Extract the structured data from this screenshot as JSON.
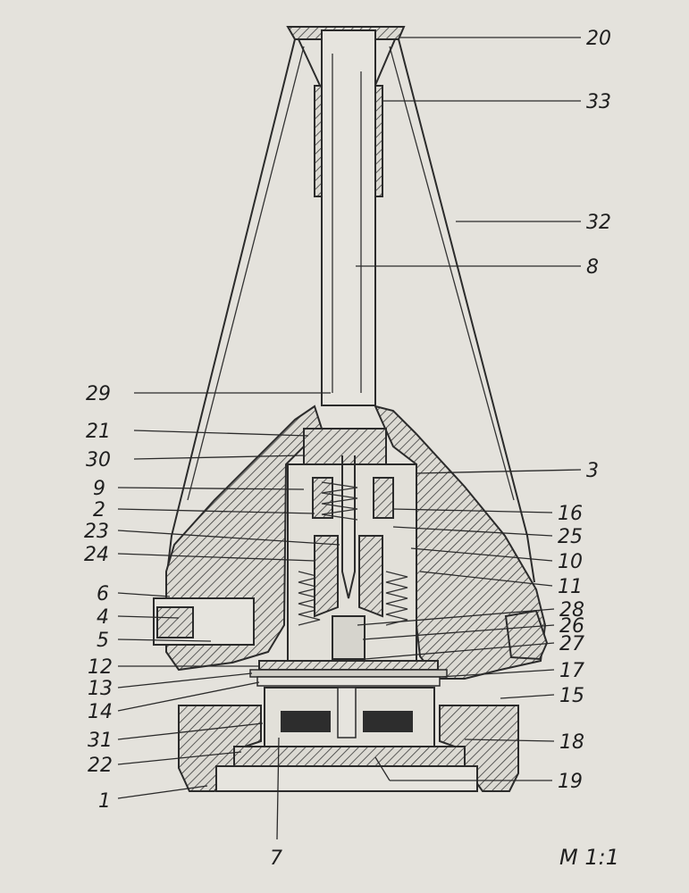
{
  "scale_note": "M 1:1",
  "labels_right": {
    "l20": "20",
    "l33": "33",
    "l32": "32",
    "l8": "8",
    "l3": "3",
    "l16": "16",
    "l25": "25",
    "l10": "10",
    "l11": "11",
    "l28": "28",
    "l26": "26",
    "l27": "27",
    "l17": "17",
    "l15": "15",
    "l18": "18",
    "l19": "19"
  },
  "labels_left": {
    "l29": "29",
    "l21": "21",
    "l30": "30",
    "l9": "9",
    "l2": "2",
    "l23": "23",
    "l24": "24",
    "l6": "6",
    "l4": "4",
    "l5": "5",
    "l12": "12",
    "l13": "13",
    "l14": "14",
    "l31": "31",
    "l22": "22",
    "l1": "1"
  },
  "labels_bottom": {
    "l7": "7"
  }
}
